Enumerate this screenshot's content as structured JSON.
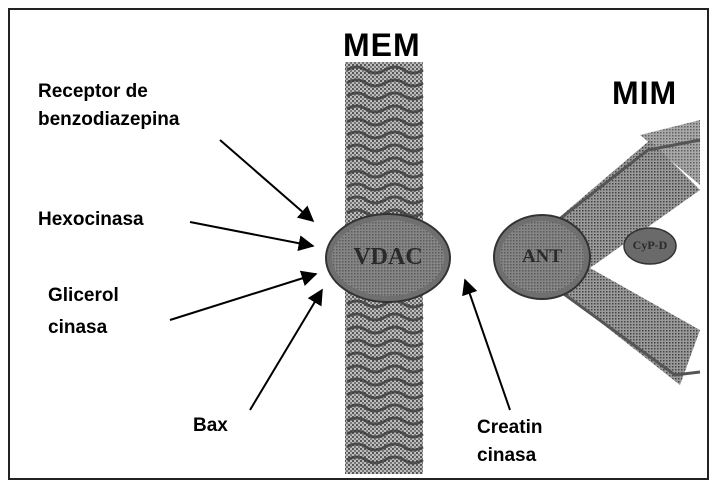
{
  "labels": {
    "outer_membrane": "MEM",
    "inner_membrane": "MIM",
    "vdac": "VDAC",
    "ant": "ANT",
    "cyp": "CyP-D"
  },
  "binders": {
    "receptor": [
      "Receptor de",
      "benzodiazepina"
    ],
    "hexocinasa": "Hexocinasa",
    "glicerol": [
      "Glicerol",
      "cinasa"
    ],
    "bax": "Bax",
    "creatin": [
      "Creatin",
      "cinasa"
    ]
  },
  "colors": {
    "membrane": "#9a9a9a",
    "membrane_dark": "#4a4a4a",
    "protein": "#7a7a7a",
    "arrow": "#000000",
    "border": "#222222"
  }
}
